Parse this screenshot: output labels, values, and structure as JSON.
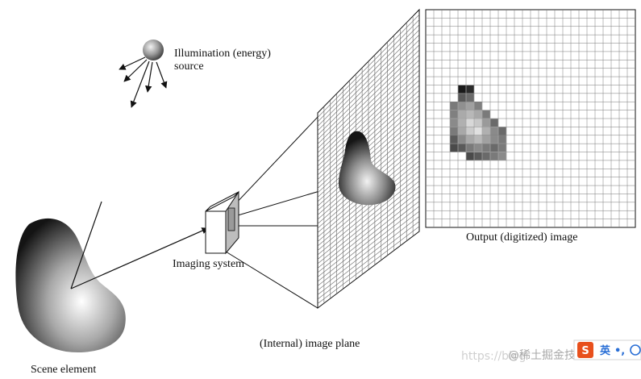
{
  "labels": {
    "illumination_line1": "Illumination (energy)",
    "illumination_line2": "source",
    "imaging_system": "Imaging system",
    "internal_plane": "(Internal) image plane",
    "output_image": "Output (digitized) image",
    "scene_element": "Scene element"
  },
  "watermark": {
    "text": "@稀土掘金技术社区",
    "faded_prefix": "https://blog"
  },
  "ime_toolbar": {
    "logo_letter": "S",
    "lang_label": "英",
    "punct_label": "•,"
  },
  "colors": {
    "ink": "#111111",
    "watermark": "#a9a9a9",
    "ime_orange": "#e8501c",
    "ime_blue": "#2a6fd6"
  },
  "output_grid": {
    "cols": 26,
    "rows": 26,
    "pixels": [
      [
        4,
        9,
        "#1a1a1a"
      ],
      [
        5,
        9,
        "#2a2a2a"
      ],
      [
        4,
        10,
        "#5a5a5a"
      ],
      [
        5,
        10,
        "#6a6a6a"
      ],
      [
        3,
        11,
        "#7a7a7a"
      ],
      [
        4,
        11,
        "#909090"
      ],
      [
        5,
        11,
        "#a0a0a0"
      ],
      [
        6,
        11,
        "#808080"
      ],
      [
        3,
        12,
        "#808080"
      ],
      [
        4,
        12,
        "#aaaaaa"
      ],
      [
        5,
        12,
        "#b8b8b8"
      ],
      [
        6,
        12,
        "#a8a8a8"
      ],
      [
        7,
        12,
        "#7a7a7a"
      ],
      [
        3,
        13,
        "#8a8a8a"
      ],
      [
        4,
        13,
        "#b0b0b0"
      ],
      [
        5,
        13,
        "#d8d8d8"
      ],
      [
        6,
        13,
        "#c8c8c8"
      ],
      [
        7,
        13,
        "#9a9a9a"
      ],
      [
        8,
        13,
        "#6a6a6a"
      ],
      [
        3,
        14,
        "#7a7a7a"
      ],
      [
        4,
        14,
        "#a8a8a8"
      ],
      [
        5,
        14,
        "#cccccc"
      ],
      [
        6,
        14,
        "#e0e0e0"
      ],
      [
        7,
        14,
        "#b0b0b0"
      ],
      [
        8,
        14,
        "#8a8a8a"
      ],
      [
        9,
        14,
        "#6a6a6a"
      ],
      [
        3,
        15,
        "#5a5a5a"
      ],
      [
        4,
        15,
        "#8a8a8a"
      ],
      [
        5,
        15,
        "#a8a8a8"
      ],
      [
        6,
        15,
        "#b8b8b8"
      ],
      [
        7,
        15,
        "#a0a0a0"
      ],
      [
        8,
        15,
        "#8a8a8a"
      ],
      [
        9,
        15,
        "#7a7a7a"
      ],
      [
        3,
        16,
        "#4a4a4a"
      ],
      [
        4,
        16,
        "#5a5a5a"
      ],
      [
        5,
        16,
        "#7a7a7a"
      ],
      [
        6,
        16,
        "#8a8a8a"
      ],
      [
        7,
        16,
        "#7a7a7a"
      ],
      [
        8,
        16,
        "#6a6a6a"
      ],
      [
        9,
        16,
        "#7a7a7a"
      ],
      [
        5,
        17,
        "#4a4a4a"
      ],
      [
        6,
        17,
        "#5a5a5a"
      ],
      [
        7,
        17,
        "#6a6a6a"
      ],
      [
        8,
        17,
        "#7a7a7a"
      ],
      [
        9,
        17,
        "#8a8a8a"
      ]
    ]
  }
}
